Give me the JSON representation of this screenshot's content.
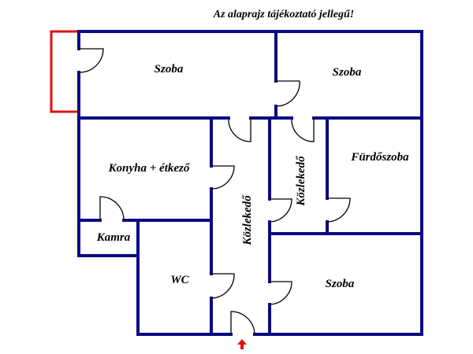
{
  "title": "Az alaprajz tájékoztató jellegű!",
  "rooms": {
    "szoba_1": "Szoba",
    "szoba_2": "Szoba",
    "konyha": "Konyha + étkező",
    "furdoszoba": "Fürdőszoba",
    "kozlekedo_main": "Közlekedő",
    "kozlekedo_small": "Közlekedő",
    "kamra": "Kamra",
    "wc": "WC",
    "szoba_3": "Szoba"
  },
  "colors": {
    "wall": "#0a0a82",
    "balcony": "#e01010",
    "entrance_arrow": "#e01010"
  }
}
